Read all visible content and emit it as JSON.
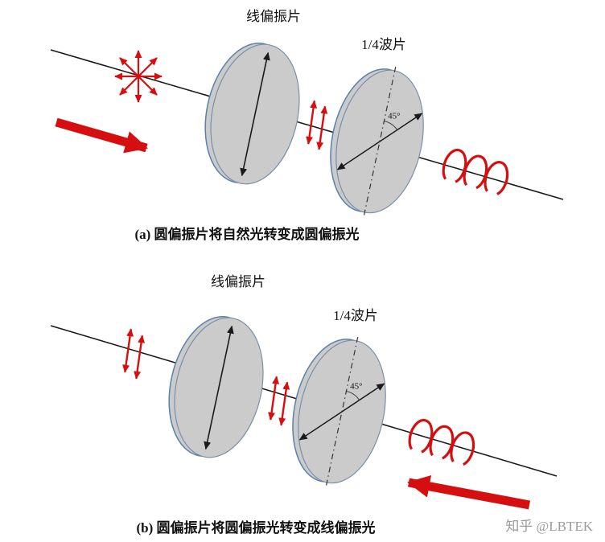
{
  "figure": {
    "description_kind": "optics-polarization-diagram",
    "colors": {
      "red": "#d50f0f",
      "ray_black": "#1a1a1a",
      "disk_fill": "#cbcbcb",
      "disk_rim": "#5b7fae",
      "disk_edge": "#7a8fa6",
      "watermark_gray": "#9b9b9b",
      "background": "#ffffff"
    }
  },
  "panel_a": {
    "polarizer_label": "线偏振片",
    "waveplate_label": "1/4波片",
    "angle_label": "45°",
    "caption": "(a) 圆偏振片将自然光转变成圆偏振光"
  },
  "panel_b": {
    "polarizer_label": "线偏振片",
    "waveplate_label": "1/4波片",
    "angle_label": "45°",
    "caption": "(b) 圆偏振片将圆偏振光转变成线偏振光"
  },
  "watermark": "知乎 @LBTEK"
}
